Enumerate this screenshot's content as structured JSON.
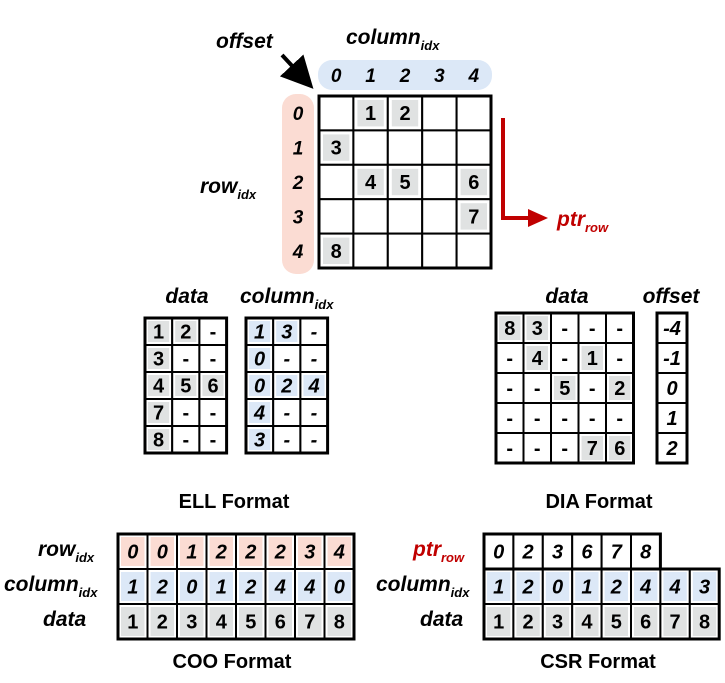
{
  "colors": {
    "grid_line": "#000000",
    "cell_gray": "#e0e2e2",
    "column_blue": "#dce8f7",
    "row_pink": "#fbdcd3",
    "accent_red": "#c00000"
  },
  "matrix": {
    "offset_label": "offset",
    "column_label": "column",
    "column_sub": "idx",
    "column_indices": [
      "0",
      "1",
      "2",
      "3",
      "4"
    ],
    "row_label": "row",
    "row_sub": "idx",
    "row_indices": [
      "0",
      "1",
      "2",
      "3",
      "4"
    ],
    "cells": [
      [
        "",
        "1",
        "2",
        "",
        ""
      ],
      [
        "3",
        "",
        "",
        "",
        ""
      ],
      [
        "",
        "4",
        "5",
        "",
        "6"
      ],
      [
        "",
        "",
        "",
        "",
        "7"
      ],
      [
        "8",
        "",
        "",
        "",
        ""
      ]
    ],
    "ptr_label": "ptr",
    "ptr_sub": "row"
  },
  "ell": {
    "data_label": "data",
    "column_label": "column",
    "column_sub": "idx",
    "data": [
      [
        "1",
        "2",
        "-"
      ],
      [
        "3",
        "-",
        "-"
      ],
      [
        "4",
        "5",
        "6"
      ],
      [
        "7",
        "-",
        "-"
      ],
      [
        "8",
        "-",
        "-"
      ]
    ],
    "columns": [
      [
        "1",
        "3",
        "-"
      ],
      [
        "0",
        "-",
        "-"
      ],
      [
        "0",
        "2",
        "4"
      ],
      [
        "4",
        "-",
        "-"
      ],
      [
        "3",
        "-",
        "-"
      ]
    ],
    "caption": "ELL Format"
  },
  "dia": {
    "data_label": "data",
    "offset_label": "offset",
    "data": [
      [
        "8",
        "3",
        "-",
        "-",
        "-"
      ],
      [
        "-",
        "4",
        "-",
        "1",
        "-"
      ],
      [
        "-",
        "-",
        "5",
        "-",
        "2"
      ],
      [
        "-",
        "-",
        "-",
        "-",
        "-"
      ],
      [
        "-",
        "-",
        "-",
        "7",
        "6"
      ]
    ],
    "offsets": [
      "-4",
      "-1",
      "0",
      "1",
      "2"
    ],
    "caption": "DIA Format"
  },
  "coo": {
    "row_label": "row",
    "row_sub": "idx",
    "column_label": "column",
    "column_sub": "idx",
    "data_label": "data",
    "rows": [
      "0",
      "0",
      "1",
      "2",
      "2",
      "2",
      "3",
      "4"
    ],
    "columns": [
      "1",
      "2",
      "0",
      "1",
      "2",
      "4",
      "4",
      "0"
    ],
    "data": [
      "1",
      "2",
      "3",
      "4",
      "5",
      "6",
      "7",
      "8"
    ],
    "caption": "COO Format"
  },
  "csr": {
    "ptr_label": "ptr",
    "ptr_sub": "row",
    "column_label": "column",
    "column_sub": "idx",
    "data_label": "data",
    "ptr": [
      "0",
      "2",
      "3",
      "6",
      "7",
      "8"
    ],
    "columns": [
      "1",
      "2",
      "0",
      "1",
      "2",
      "4",
      "4",
      "3"
    ],
    "data": [
      "1",
      "2",
      "3",
      "4",
      "5",
      "6",
      "7",
      "8"
    ],
    "caption": "CSR Format"
  }
}
